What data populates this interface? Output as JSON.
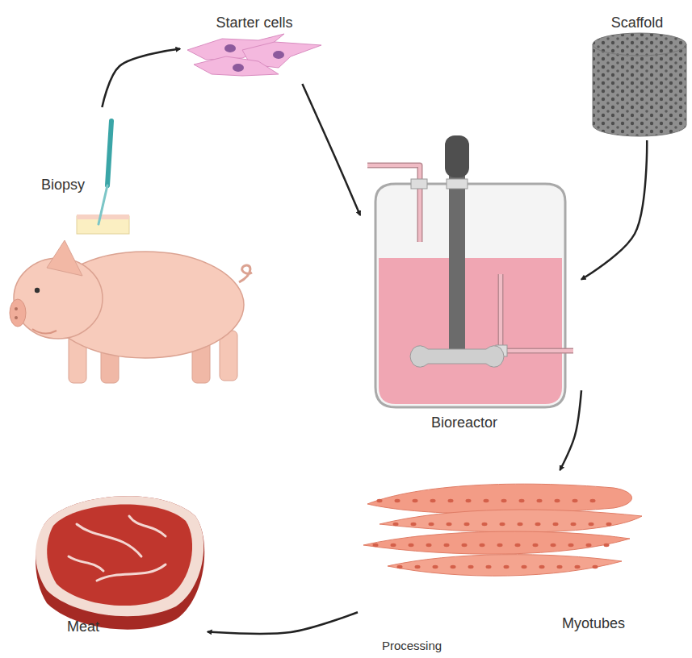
{
  "diagram": {
    "nodes": [
      {
        "text": [
          "Starter cells"
        ]
      },
      {
        "text": [
          "Scaffold"
        ]
      },
      {
        "text": [
          "Biopsy"
        ]
      },
      {
        "text": [
          "Bioreactor"
        ]
      },
      {
        "text": [
          "Myotubes"
        ]
      },
      {
        "text": [
          "Meat"
        ]
      }
    ],
    "edges": [
      {
        "from": 2,
        "to": 0,
        "arrow": "to"
      },
      {
        "from": 0,
        "to": 3,
        "arrow": "to"
      },
      {
        "from": 1,
        "to": 3,
        "arrow": "to"
      },
      {
        "from": 3,
        "to": 4,
        "arrow": "to"
      },
      {
        "from": 4,
        "to": 5,
        "label": "Processing",
        "arrow": "to"
      }
    ]
  }
}
